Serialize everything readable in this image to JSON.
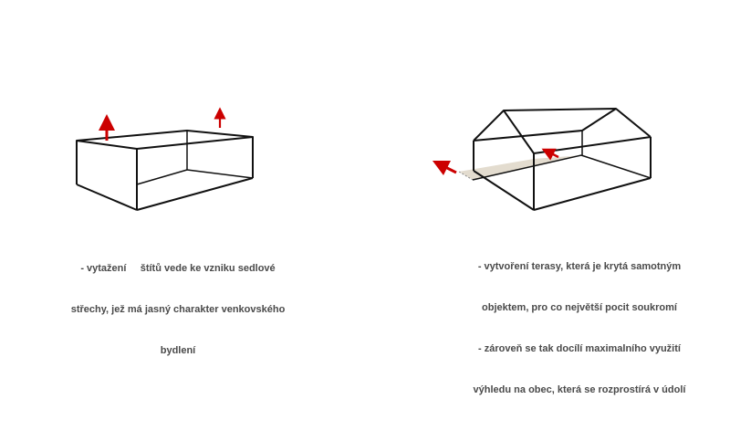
{
  "left_panel": {
    "caption_lines": [
      "- vytažení     štítů vede ke vzniku sedlové",
      "střechy, jež má jasný charakter venkovského",
      "bydlení"
    ]
  },
  "right_panel": {
    "caption_lines": [
      "- vytvoření terasy, která je krytá samotným",
      "objektem, pro co největší pocit soukromí",
      "- zároveň se tak docílí maximalního využití",
      "výhledu na obec, která se rozprostírá v údolí"
    ]
  },
  "colors": {
    "line": "#111111",
    "arrow": "#cc0000",
    "terrace_fill": "#e3dccf",
    "caption_text": "#4a4a4a"
  }
}
